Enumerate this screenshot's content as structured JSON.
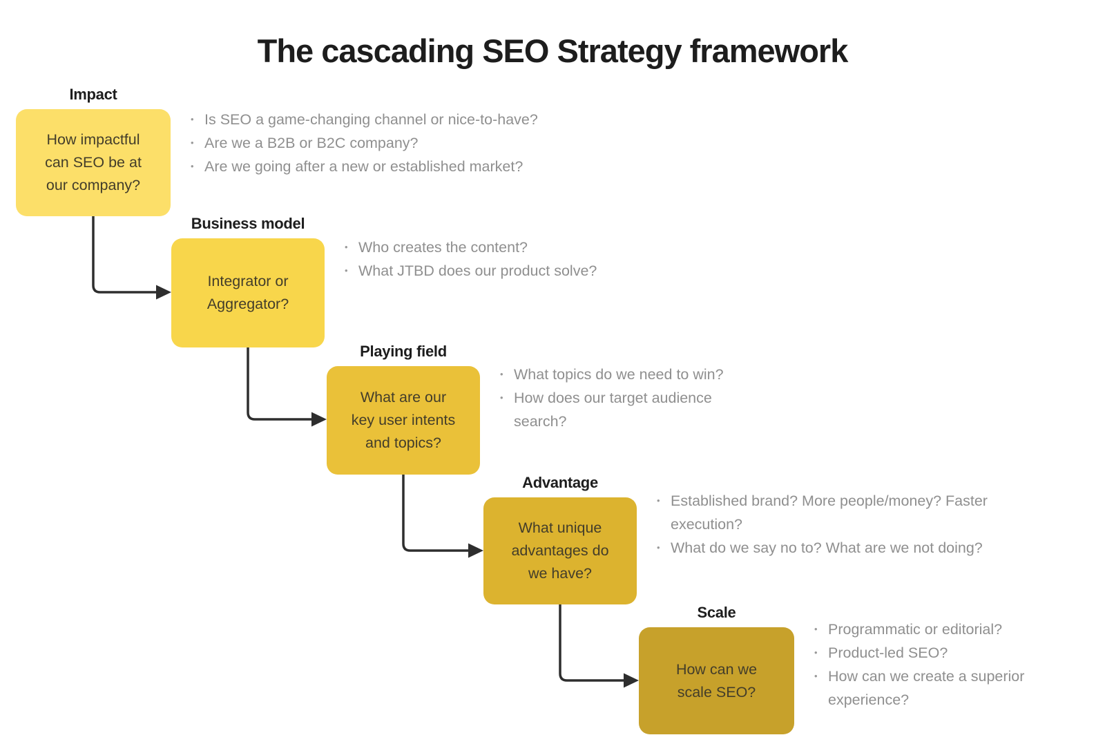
{
  "title": "The cascading SEO Strategy framework",
  "colors": {
    "background": "#ffffff",
    "arrow": "#2e2e2e",
    "title_text": "#1d1d1d",
    "label_text": "#1d1d1d",
    "box_text": "#433d2a",
    "bullet_text": "#8f8f8f"
  },
  "steps": [
    {
      "label": "Impact",
      "box_color": "#FCDF69",
      "box_lines": [
        "How impactful",
        "can SEO be at",
        "our company?"
      ],
      "bullets": [
        "Is SEO a game-changing channel or nice-to-have?",
        "Are we a B2B or B2C company?",
        "Are we going after a new or established market?"
      ]
    },
    {
      "label": "Business model",
      "box_color": "#F8D64B",
      "box_lines": [
        "Integrator or",
        "Aggregator?"
      ],
      "bullets": [
        "Who creates the content?",
        "What JTBD does our product solve?"
      ]
    },
    {
      "label": "Playing field",
      "box_color": "#EAC139",
      "box_lines": [
        "What are our",
        "key user intents",
        "and topics?"
      ],
      "bullets": [
        "What topics do we need to win?",
        "How does our target audience search?"
      ]
    },
    {
      "label": "Advantage",
      "box_color": "#DCB32F",
      "box_lines": [
        "What unique",
        "advantages do",
        "we have?"
      ],
      "bullets": [
        "Established brand? More people/money? Faster execution?",
        "What do we say no to? What are we not doing?"
      ]
    },
    {
      "label": "Scale",
      "box_color": "#C7A12B",
      "box_lines": [
        "How can we",
        "scale SEO?"
      ],
      "bullets": [
        "Programmatic or editorial?",
        "Product-led SEO?",
        "How can we create a superior experience?"
      ]
    }
  ]
}
